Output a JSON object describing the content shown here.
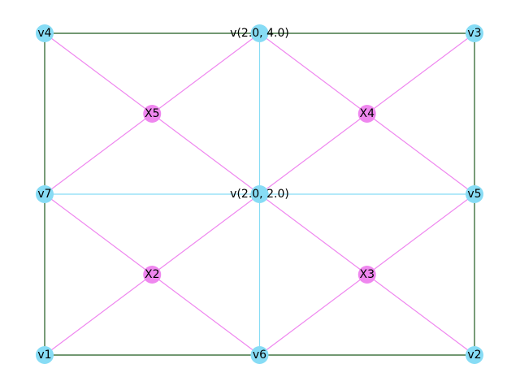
{
  "colors": {
    "background": "#ffffff",
    "node_blue": "#87dcf5",
    "node_pink": "#ef87ef",
    "edge_dark_green": "#1f5a1f",
    "edge_light_blue": "#87dcf5",
    "edge_pink": "#ef87ef",
    "label": "#000000"
  },
  "nodes": [
    {
      "id": "v4",
      "label": "v4",
      "x": 0,
      "y": 4,
      "kind": "blue"
    },
    {
      "id": "vtop",
      "label": "v(2.0, 4.0)",
      "x": 2,
      "y": 4,
      "kind": "blue"
    },
    {
      "id": "v3",
      "label": "v3",
      "x": 4,
      "y": 4,
      "kind": "blue"
    },
    {
      "id": "X5",
      "label": "X5",
      "x": 1,
      "y": 3,
      "kind": "pink"
    },
    {
      "id": "X4",
      "label": "X4",
      "x": 3,
      "y": 3,
      "kind": "pink"
    },
    {
      "id": "v7",
      "label": "v7",
      "x": 0,
      "y": 2,
      "kind": "blue"
    },
    {
      "id": "vmid",
      "label": "v(2.0, 2.0)",
      "x": 2,
      "y": 2,
      "kind": "blue"
    },
    {
      "id": "v5",
      "label": "v5",
      "x": 4,
      "y": 2,
      "kind": "blue"
    },
    {
      "id": "X2",
      "label": "X2",
      "x": 1,
      "y": 1,
      "kind": "pink"
    },
    {
      "id": "X3",
      "label": "X3",
      "x": 3,
      "y": 1,
      "kind": "pink"
    },
    {
      "id": "v1",
      "label": "v1",
      "x": 0,
      "y": 0,
      "kind": "blue"
    },
    {
      "id": "v6",
      "label": "v6",
      "x": 2,
      "y": 0,
      "kind": "blue"
    },
    {
      "id": "v2",
      "label": "v2",
      "x": 4,
      "y": 0,
      "kind": "blue"
    }
  ],
  "edges": [
    {
      "from": "v4",
      "to": "vtop",
      "kind": "dark"
    },
    {
      "from": "vtop",
      "to": "v3",
      "kind": "dark"
    },
    {
      "from": "v3",
      "to": "v5",
      "kind": "dark"
    },
    {
      "from": "v5",
      "to": "v2",
      "kind": "dark"
    },
    {
      "from": "v2",
      "to": "v6",
      "kind": "dark"
    },
    {
      "from": "v6",
      "to": "v1",
      "kind": "dark"
    },
    {
      "from": "v1",
      "to": "v7",
      "kind": "dark"
    },
    {
      "from": "v7",
      "to": "v4",
      "kind": "dark"
    },
    {
      "from": "vtop",
      "to": "vmid",
      "kind": "light"
    },
    {
      "from": "vmid",
      "to": "v6",
      "kind": "light"
    },
    {
      "from": "v7",
      "to": "vmid",
      "kind": "light"
    },
    {
      "from": "vmid",
      "to": "v5",
      "kind": "light"
    },
    {
      "from": "v4",
      "to": "X5",
      "kind": "pink"
    },
    {
      "from": "X5",
      "to": "vmid",
      "kind": "pink"
    },
    {
      "from": "vtop",
      "to": "X5",
      "kind": "pink"
    },
    {
      "from": "X5",
      "to": "v7",
      "kind": "pink"
    },
    {
      "from": "vtop",
      "to": "X4",
      "kind": "pink"
    },
    {
      "from": "X4",
      "to": "v5",
      "kind": "pink"
    },
    {
      "from": "v3",
      "to": "X4",
      "kind": "pink"
    },
    {
      "from": "X4",
      "to": "vmid",
      "kind": "pink"
    },
    {
      "from": "v7",
      "to": "X2",
      "kind": "pink"
    },
    {
      "from": "X2",
      "to": "v6",
      "kind": "pink"
    },
    {
      "from": "vmid",
      "to": "X2",
      "kind": "pink"
    },
    {
      "from": "X2",
      "to": "v1",
      "kind": "pink"
    },
    {
      "from": "vmid",
      "to": "X3",
      "kind": "pink"
    },
    {
      "from": "X3",
      "to": "v2",
      "kind": "pink"
    },
    {
      "from": "v5",
      "to": "X3",
      "kind": "pink"
    },
    {
      "from": "X3",
      "to": "v6",
      "kind": "pink"
    }
  ]
}
